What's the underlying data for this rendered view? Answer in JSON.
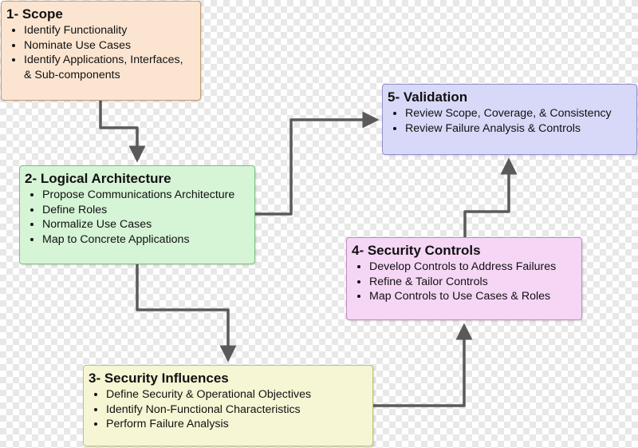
{
  "colors": {
    "connector": "#5a5a5a",
    "scope_fill": "#fbe5d1",
    "scope_border": "#c79a74",
    "logical_fill": "#d6f4d6",
    "logical_border": "#7cc07c",
    "influences_fill": "#f6f5d4",
    "influences_border": "#c3c07a",
    "controls_fill": "#f5d6f5",
    "controls_border": "#c08ac0",
    "validation_fill": "#d8d8f8",
    "validation_border": "#9090c8"
  },
  "boxes": {
    "scope": {
      "title": "1- Scope",
      "items": [
        "Identify Functionality",
        "Nominate Use Cases",
        "Identify Applications, Interfaces,",
        "& Sub-components"
      ]
    },
    "logical": {
      "title": "2- Logical Architecture",
      "items": [
        "Propose Communications Architecture",
        "Define Roles",
        "Normalize Use Cases",
        "Map to Concrete Applications"
      ]
    },
    "influences": {
      "title": "3- Security Influences",
      "items": [
        "Define Security & Operational Objectives",
        "Identify Non-Functional Characteristics",
        "Perform Failure Analysis"
      ]
    },
    "controls": {
      "title": "4- Security Controls",
      "items": [
        "Develop Controls to Address Failures",
        "Refine & Tailor Controls",
        "Map Controls to Use Cases & Roles"
      ]
    },
    "validation": {
      "title": "5- Validation",
      "items": [
        "Review Scope, Coverage, & Consistency",
        "Review Failure Analysis & Controls"
      ]
    }
  }
}
